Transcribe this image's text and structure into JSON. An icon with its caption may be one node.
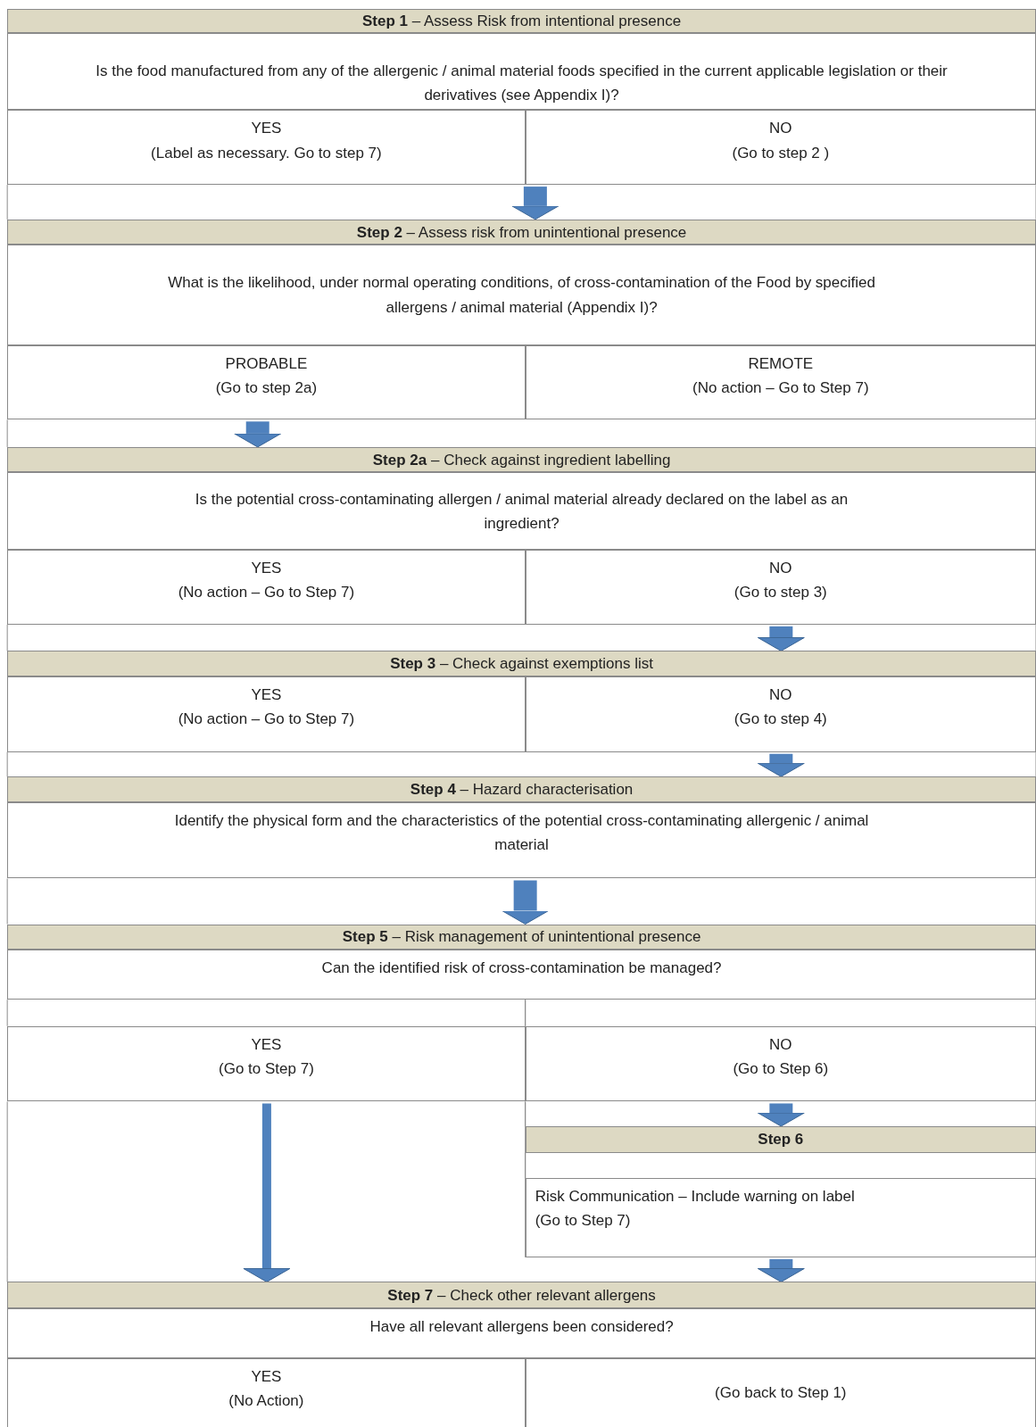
{
  "diagram": {
    "nodes": [
      {
        "text": [
          "**Step 1** – Assess Risk from intentional presence"
        ]
      },
      {
        "text": [
          "Is the food manufactured from any of the allergenic / animal material foods specified in the current applicable legislation or their derivatives (see Appendix I)?"
        ]
      },
      {
        "text": [
          "YES",
          "(Label as necessary. Go to step 7)"
        ]
      },
      {
        "text": [
          "NO",
          "(Go to step 2 )"
        ]
      },
      {
        "text": [
          "**Step 2** – Assess risk from unintentional presence"
        ]
      },
      {
        "text": [
          "What is the likelihood, under normal operating conditions, of cross-contamination of the Food by specified allergens / animal material (Appendix I)?"
        ]
      },
      {
        "text": [
          "PROBABLE",
          "(Go to step 2a)"
        ]
      },
      {
        "text": [
          "REMOTE",
          "(No action – Go to Step 7)"
        ]
      },
      {
        "text": [
          "**Step 2a** – Check against ingredient labelling"
        ]
      },
      {
        "text": [
          "Is the potential cross-contaminating allergen / animal material already declared on the label as an ingredient?"
        ]
      },
      {
        "text": [
          "YES",
          "(No action – Go to Step 7)"
        ]
      },
      {
        "text": [
          "NO",
          "(Go to step 3)"
        ]
      },
      {
        "text": [
          "**Step 3** – Check against exemptions list"
        ]
      },
      {
        "text": [
          "YES",
          "(No action – Go to Step 7)"
        ]
      },
      {
        "text": [
          "NO",
          "(Go to step 4)"
        ]
      },
      {
        "text": [
          "**Step 4** – Hazard characterisation"
        ]
      },
      {
        "text": [
          "Identify the physical form and the characteristics of the potential cross-contaminating allergenic / animal material"
        ]
      },
      {
        "text": [
          "**Step 5** – Risk management of unintentional presence"
        ]
      },
      {
        "text": [
          "Can the identified risk of cross-contamination be managed?"
        ]
      },
      {
        "text": [
          "YES",
          "(Go to Step 7)"
        ]
      },
      {
        "text": [
          "NO",
          "(Go to Step 6)"
        ]
      },
      {
        "text": [
          "**Step 6**"
        ]
      },
      {
        "text": [
          "Risk Communication – Include warning on label",
          "(Go to Step 7)"
        ]
      },
      {
        "text": [
          "**Step 7** – Check other relevant allergens"
        ]
      },
      {
        "text": [
          "Have all relevant allergens been considered?"
        ]
      },
      {
        "text": [
          "YES",
          "(No Action)"
        ]
      },
      {
        "text": [
          "(Go back to Step 1)"
        ]
      }
    ],
    "edges": [
      {
        "from": 3,
        "to": 4,
        "arrow": "to"
      },
      {
        "from": 6,
        "to": 8,
        "arrow": "to"
      },
      {
        "from": 11,
        "to": 12,
        "arrow": "to"
      },
      {
        "from": 14,
        "to": 15,
        "arrow": "to"
      },
      {
        "from": 16,
        "to": 17,
        "arrow": "to"
      },
      {
        "from": 20,
        "to": 21,
        "arrow": "to"
      },
      {
        "from": 19,
        "to": 23,
        "arrow": "to"
      },
      {
        "from": 22,
        "to": 23,
        "arrow": "to"
      }
    ]
  }
}
